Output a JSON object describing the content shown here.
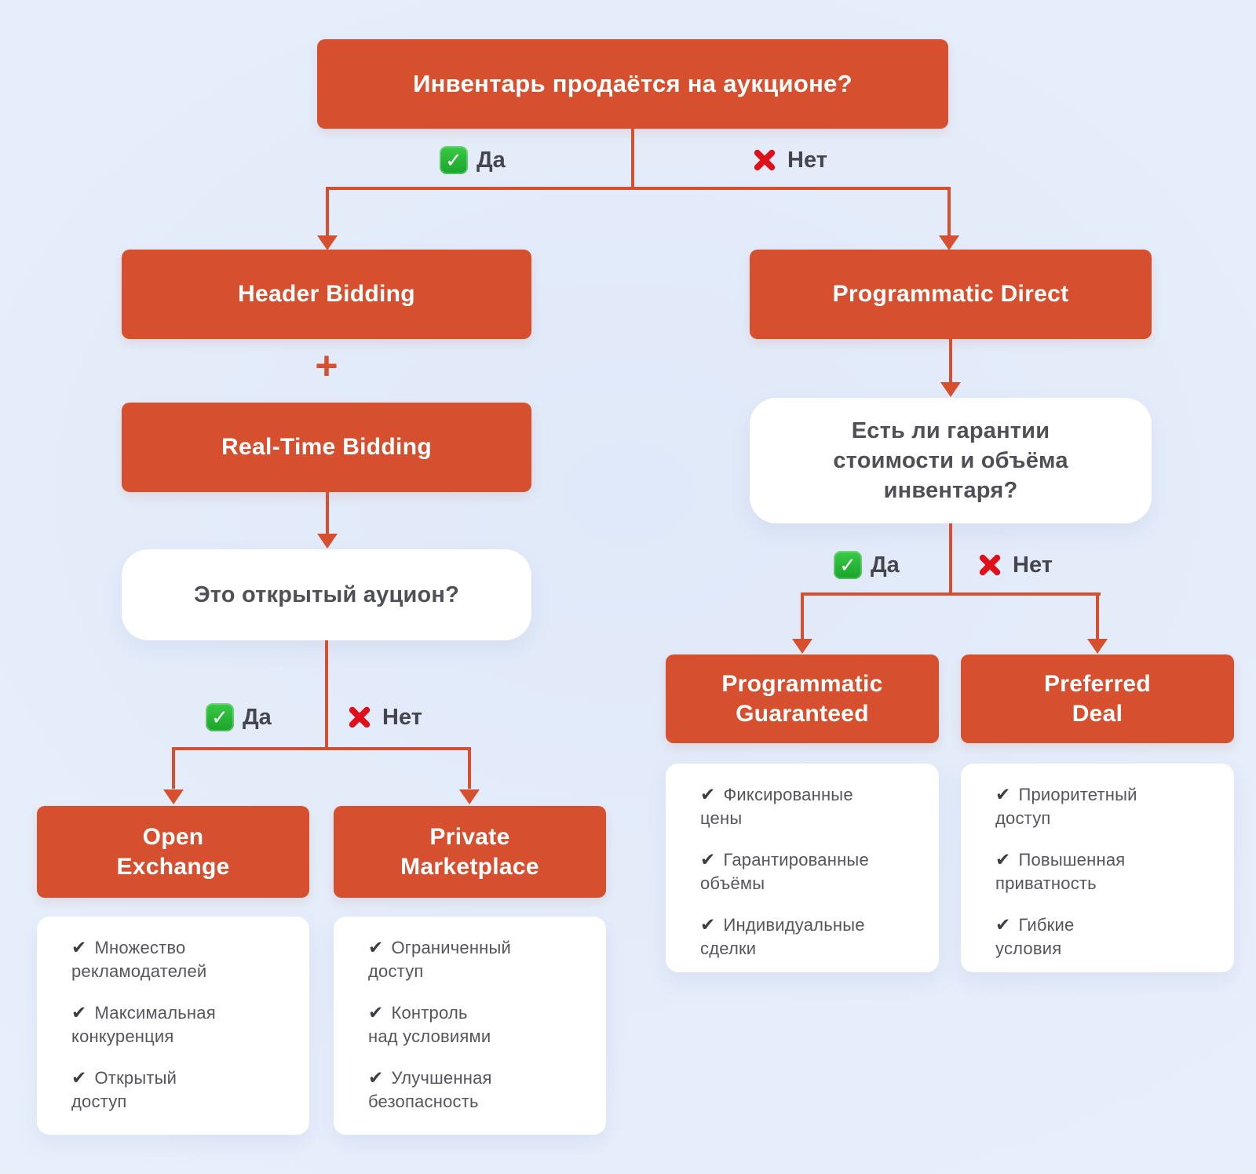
{
  "colors": {
    "accent_red": "#D6502F",
    "background_center": "#E0E9F9",
    "background_edge": "#ECF2FD",
    "card_white": "#FFFFFF",
    "yes_green": "#23B733",
    "no_red": "#E0101A",
    "question_text": "#4F4F57",
    "list_text": "#55555D",
    "label_text": "#45454D"
  },
  "icons": {
    "yes_badge": "✓",
    "no_cross": "✕",
    "benefit_check": "✔"
  },
  "labels": {
    "yes": "Да",
    "no": "Нет",
    "plus": "+"
  },
  "flow": {
    "root_question": "Инвентарь продаётся на аукционе?",
    "left": {
      "node_header_bidding": "Header Bidding",
      "node_rtb": "Real-Time Bidding",
      "question_open_auction": "Это открытый ауцион?",
      "outcome_yes": {
        "title": "Open\nExchange",
        "benefits": [
          "Множество\nрекламодателей",
          "Максимальная\nконкуренция",
          "Открытый\nдоступ"
        ]
      },
      "outcome_no": {
        "title": "Private\nMarketplace",
        "benefits": [
          "Ограниченный\nдоступ",
          "Контроль\nнад условиями",
          "Улучшенная\nбезопасность"
        ]
      }
    },
    "right": {
      "node_programmatic_direct": "Programmatic Direct",
      "question_guarantees": "Есть ли гарантии\nстоимости и объёма\nинвентаря?",
      "outcome_yes": {
        "title": "Programmatic\nGuaranteed",
        "benefits": [
          "Фиксированные\nцены",
          "Гарантированные\nобъёмы",
          "Индивидуальные\nсделки"
        ]
      },
      "outcome_no": {
        "title": "Preferred\nDeal",
        "benefits": [
          "Приоритетный\nдоступ",
          "Повышенная\nприватность",
          "Гибкие\nусловия"
        ]
      }
    }
  }
}
